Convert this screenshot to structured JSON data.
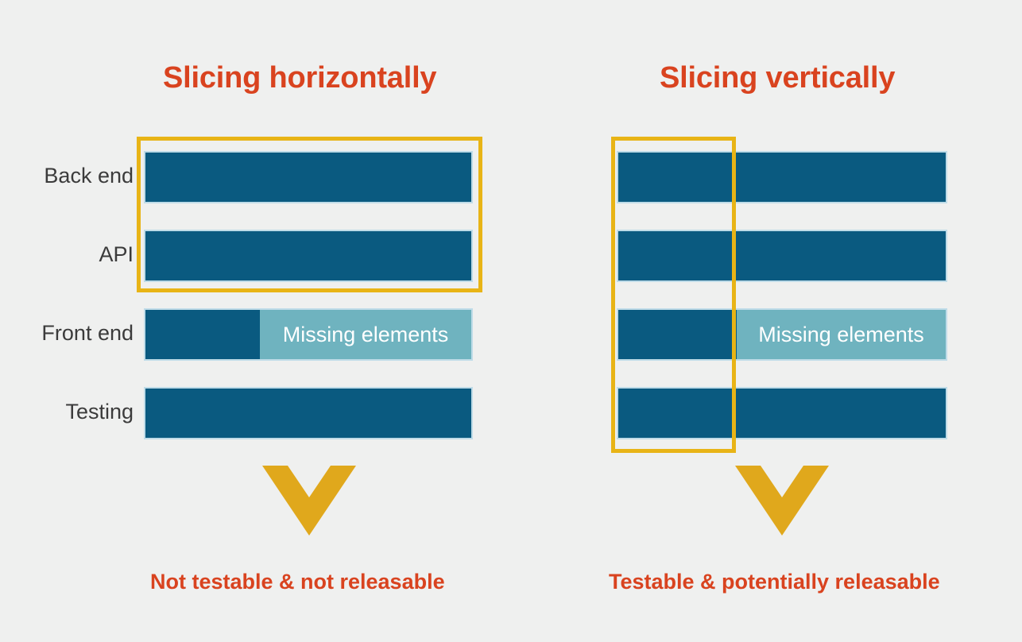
{
  "background_color": "#eff0ef",
  "colors": {
    "title": "#d9431f",
    "bar": "#0a5a80",
    "bar_outline": "#bfdce8",
    "missing": "#6fb3bf",
    "highlight": "#e8b416",
    "chevron": "#e0a81c",
    "label": "#3b3b3b"
  },
  "row_labels": [
    "Back end",
    "API",
    "Front end",
    "Testing"
  ],
  "missing_label": "Missing elements",
  "left_panel": {
    "title": "Slicing horizontally",
    "caption": "Not testable & not releasable",
    "highlight": {
      "type": "horizontal-slice",
      "rows": [
        "Back end",
        "API"
      ]
    },
    "rows": [
      {
        "label": "Back end",
        "complete": true,
        "missing": false
      },
      {
        "label": "API",
        "complete": true,
        "missing": false
      },
      {
        "label": "Front end",
        "complete": false,
        "missing": true,
        "missing_label": "Missing elements"
      },
      {
        "label": "Testing",
        "complete": true,
        "missing": false
      }
    ]
  },
  "right_panel": {
    "title": "Slicing vertically",
    "caption": "Testable & potentially releasable",
    "highlight": {
      "type": "vertical-slice",
      "rows": [
        "Back end",
        "API",
        "Front end",
        "Testing"
      ]
    },
    "rows": [
      {
        "label": "Back end",
        "complete": true,
        "missing": false
      },
      {
        "label": "API",
        "complete": true,
        "missing": false
      },
      {
        "label": "Front end",
        "complete": false,
        "missing": true,
        "missing_label": "Missing elements"
      },
      {
        "label": "Testing",
        "complete": true,
        "missing": false
      }
    ]
  },
  "icons": {
    "chevron": "chevron-down-icon"
  }
}
